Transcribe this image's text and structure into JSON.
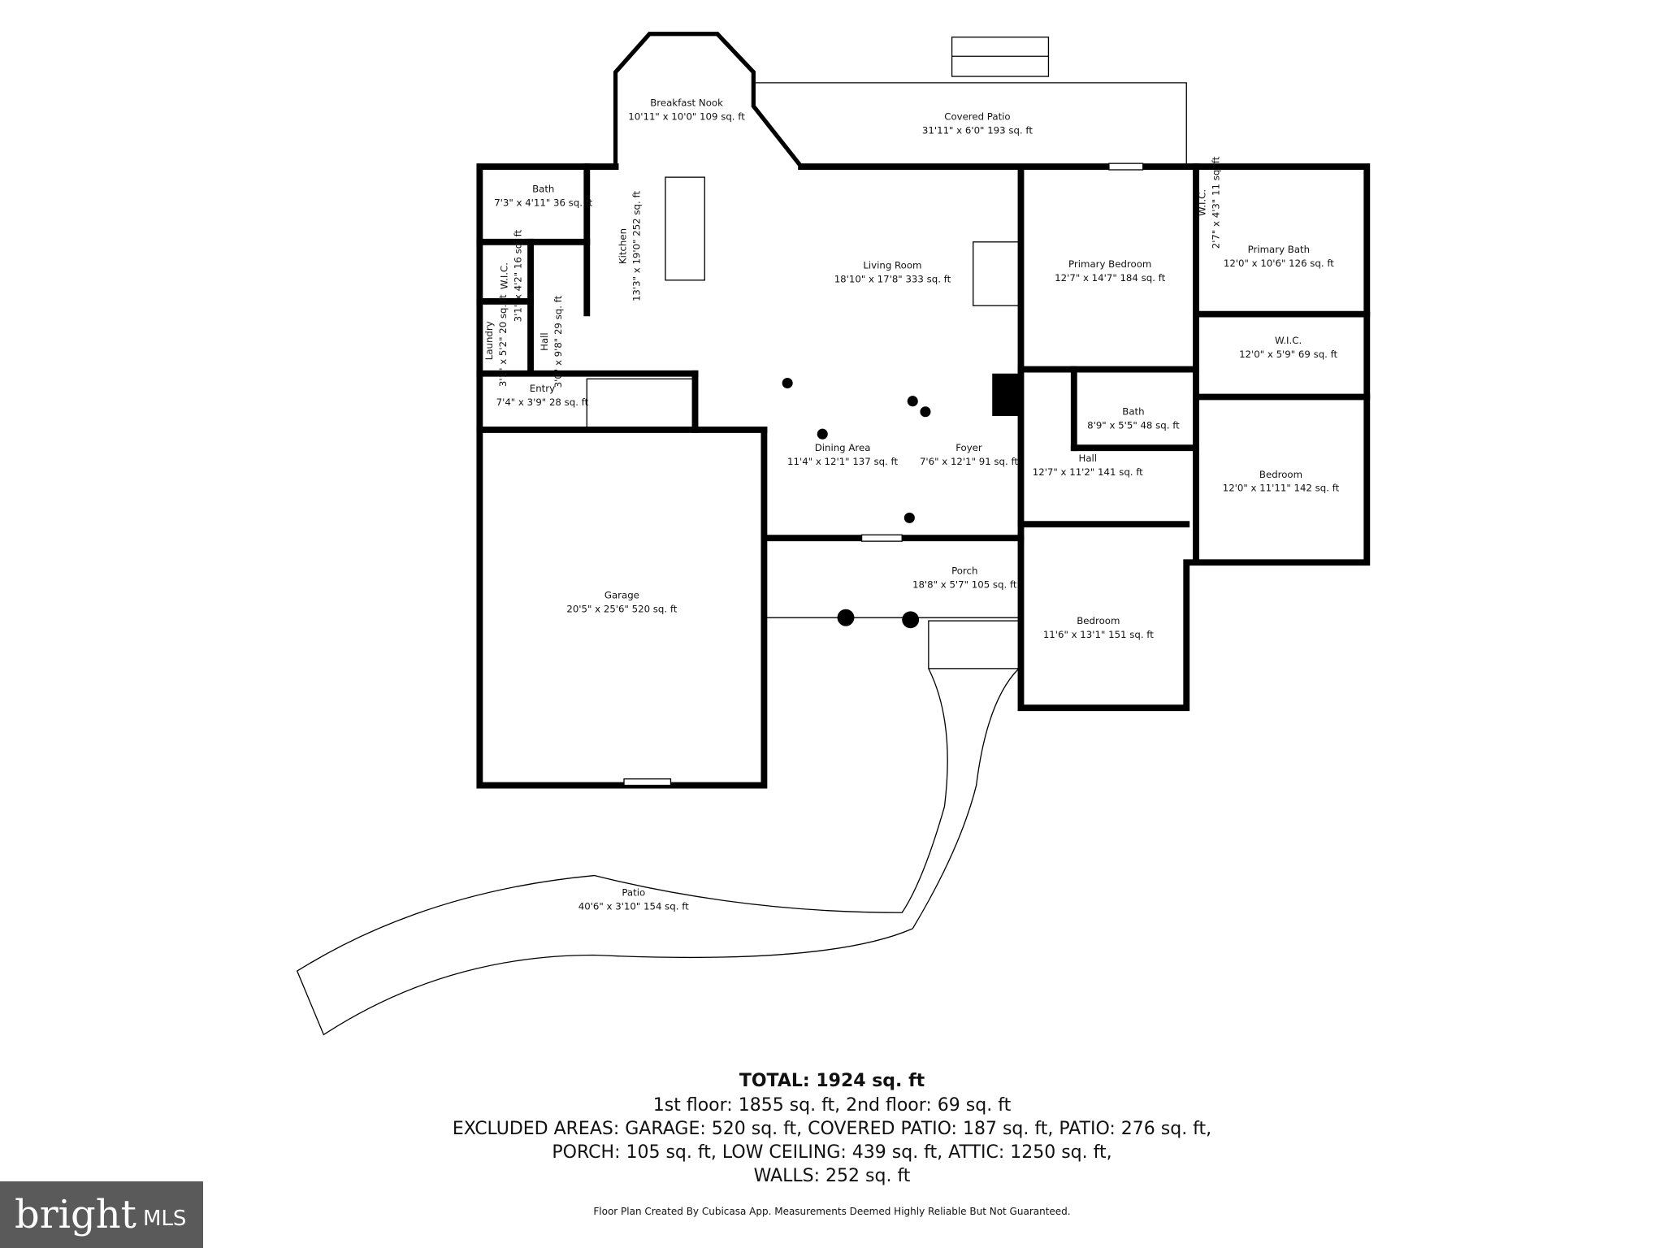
{
  "rooms": [
    {
      "name": "Breakfast Nook",
      "dims": "10'11\" x 10'0\" 109 sq. ft"
    },
    {
      "name": "Covered Patio",
      "dims": "31'11\" x 6'0\" 193 sq. ft"
    },
    {
      "name": "Bath",
      "dims": "7'3\" x 4'11\" 36 sq. ft"
    },
    {
      "name": "Kitchen",
      "dims": "13'3\" x 19'0\" 252 sq. ft"
    },
    {
      "name": "Living Room",
      "dims": "18'10\" x 17'8\" 333 sq. ft"
    },
    {
      "name": "Primary Bedroom",
      "dims": "12'7\" x 14'7\" 184 sq. ft"
    },
    {
      "name": "W.I.C.",
      "dims": "2'7\" x 4'3\" 11 sq. ft"
    },
    {
      "name": "Primary Bath",
      "dims": "12'0\" x 10'6\" 126 sq. ft"
    },
    {
      "name": "W.I.C.",
      "dims": "3'1\" x 4'2\" 16 sq. ft"
    },
    {
      "name": "Laundry",
      "dims": "3'1\" x 5'2\" 20 sq. ft"
    },
    {
      "name": "Hall",
      "dims": "3'0\" x 9'8\" 29 sq. ft"
    },
    {
      "name": "W.I.C.",
      "dims": "12'0\" x 5'9\" 69 sq. ft"
    },
    {
      "name": "Entry",
      "dims": "7'4\" x 3'9\" 28 sq. ft"
    },
    {
      "name": "Bath",
      "dims": "8'9\" x 5'5\" 48 sq. ft"
    },
    {
      "name": "Dining Area",
      "dims": "11'4\" x 12'1\" 137 sq. ft"
    },
    {
      "name": "Foyer",
      "dims": "7'6\" x 12'1\" 91 sq. ft"
    },
    {
      "name": "Hall",
      "dims": "12'7\" x 11'2\" 141 sq. ft"
    },
    {
      "name": "Bedroom",
      "dims": "12'0\" x 11'11\" 142 sq. ft"
    },
    {
      "name": "Porch",
      "dims": "18'8\" x 5'7\" 105 sq. ft"
    },
    {
      "name": "Garage",
      "dims": "20'5\" x 25'6\" 520 sq. ft"
    },
    {
      "name": "Bedroom",
      "dims": "11'6\" x 13'1\" 151 sq. ft"
    },
    {
      "name": "Patio",
      "dims": "40'6\" x 3'10\" 154 sq. ft"
    }
  ],
  "summary": {
    "total": "TOTAL: 1924 sq. ft",
    "floors": "1st floor: 1855 sq. ft, 2nd floor: 69 sq. ft",
    "excluded_1": "EXCLUDED AREAS: GARAGE: 520 sq. ft, COVERED PATIO: 187 sq. ft, PATIO: 276 sq. ft,",
    "excluded_2": "PORCH: 105 sq. ft, LOW CEILING: 439 sq. ft, ATTIC: 1250 sq. ft,",
    "walls": "WALLS: 252 sq. ft",
    "credit": "Floor Plan Created By Cubicasa App. Measurements Deemed Highly Reliable But Not Guaranteed."
  },
  "logo": {
    "brand": "bright",
    "suffix": "MLS"
  }
}
